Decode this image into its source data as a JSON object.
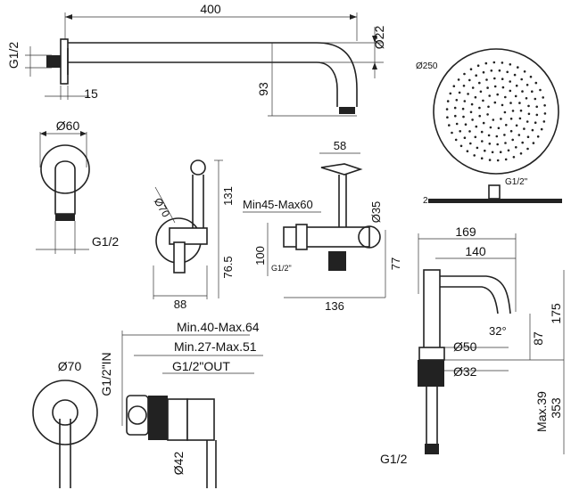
{
  "arm": {
    "len": "400",
    "dia": "Ø22",
    "thread": "G1/2",
    "plate": "15",
    "drop": "93"
  },
  "flange": {
    "dia": "Ø60",
    "thread": "G1/2"
  },
  "holder": {
    "dia": "Ø70",
    "h": "131",
    "h2": "76.5",
    "w": "88"
  },
  "bidet": {
    "top": "58",
    "range": "Min45-Max60",
    "dia": "Ø35",
    "h": "100",
    "h2": "77",
    "w": "136",
    "thread": "G1/2\""
  },
  "head": {
    "dia": "Ø250",
    "thick": "2",
    "thread": "G1/2\""
  },
  "basin": {
    "reach": "169",
    "spout": "140",
    "h": "175",
    "angle": "32°",
    "sp": "87",
    "base": "Ø50",
    "shank": "Ø32",
    "maxlen": "Max.39",
    "depth": "353",
    "thread": "G1/2"
  },
  "mixer": {
    "r1": "Min.40-Max.64",
    "r2": "Min.27-Max.51",
    "out": "G1/2\"OUT",
    "in": "G1/2\"IN",
    "plate": "Ø70",
    "cart": "Ø42"
  }
}
